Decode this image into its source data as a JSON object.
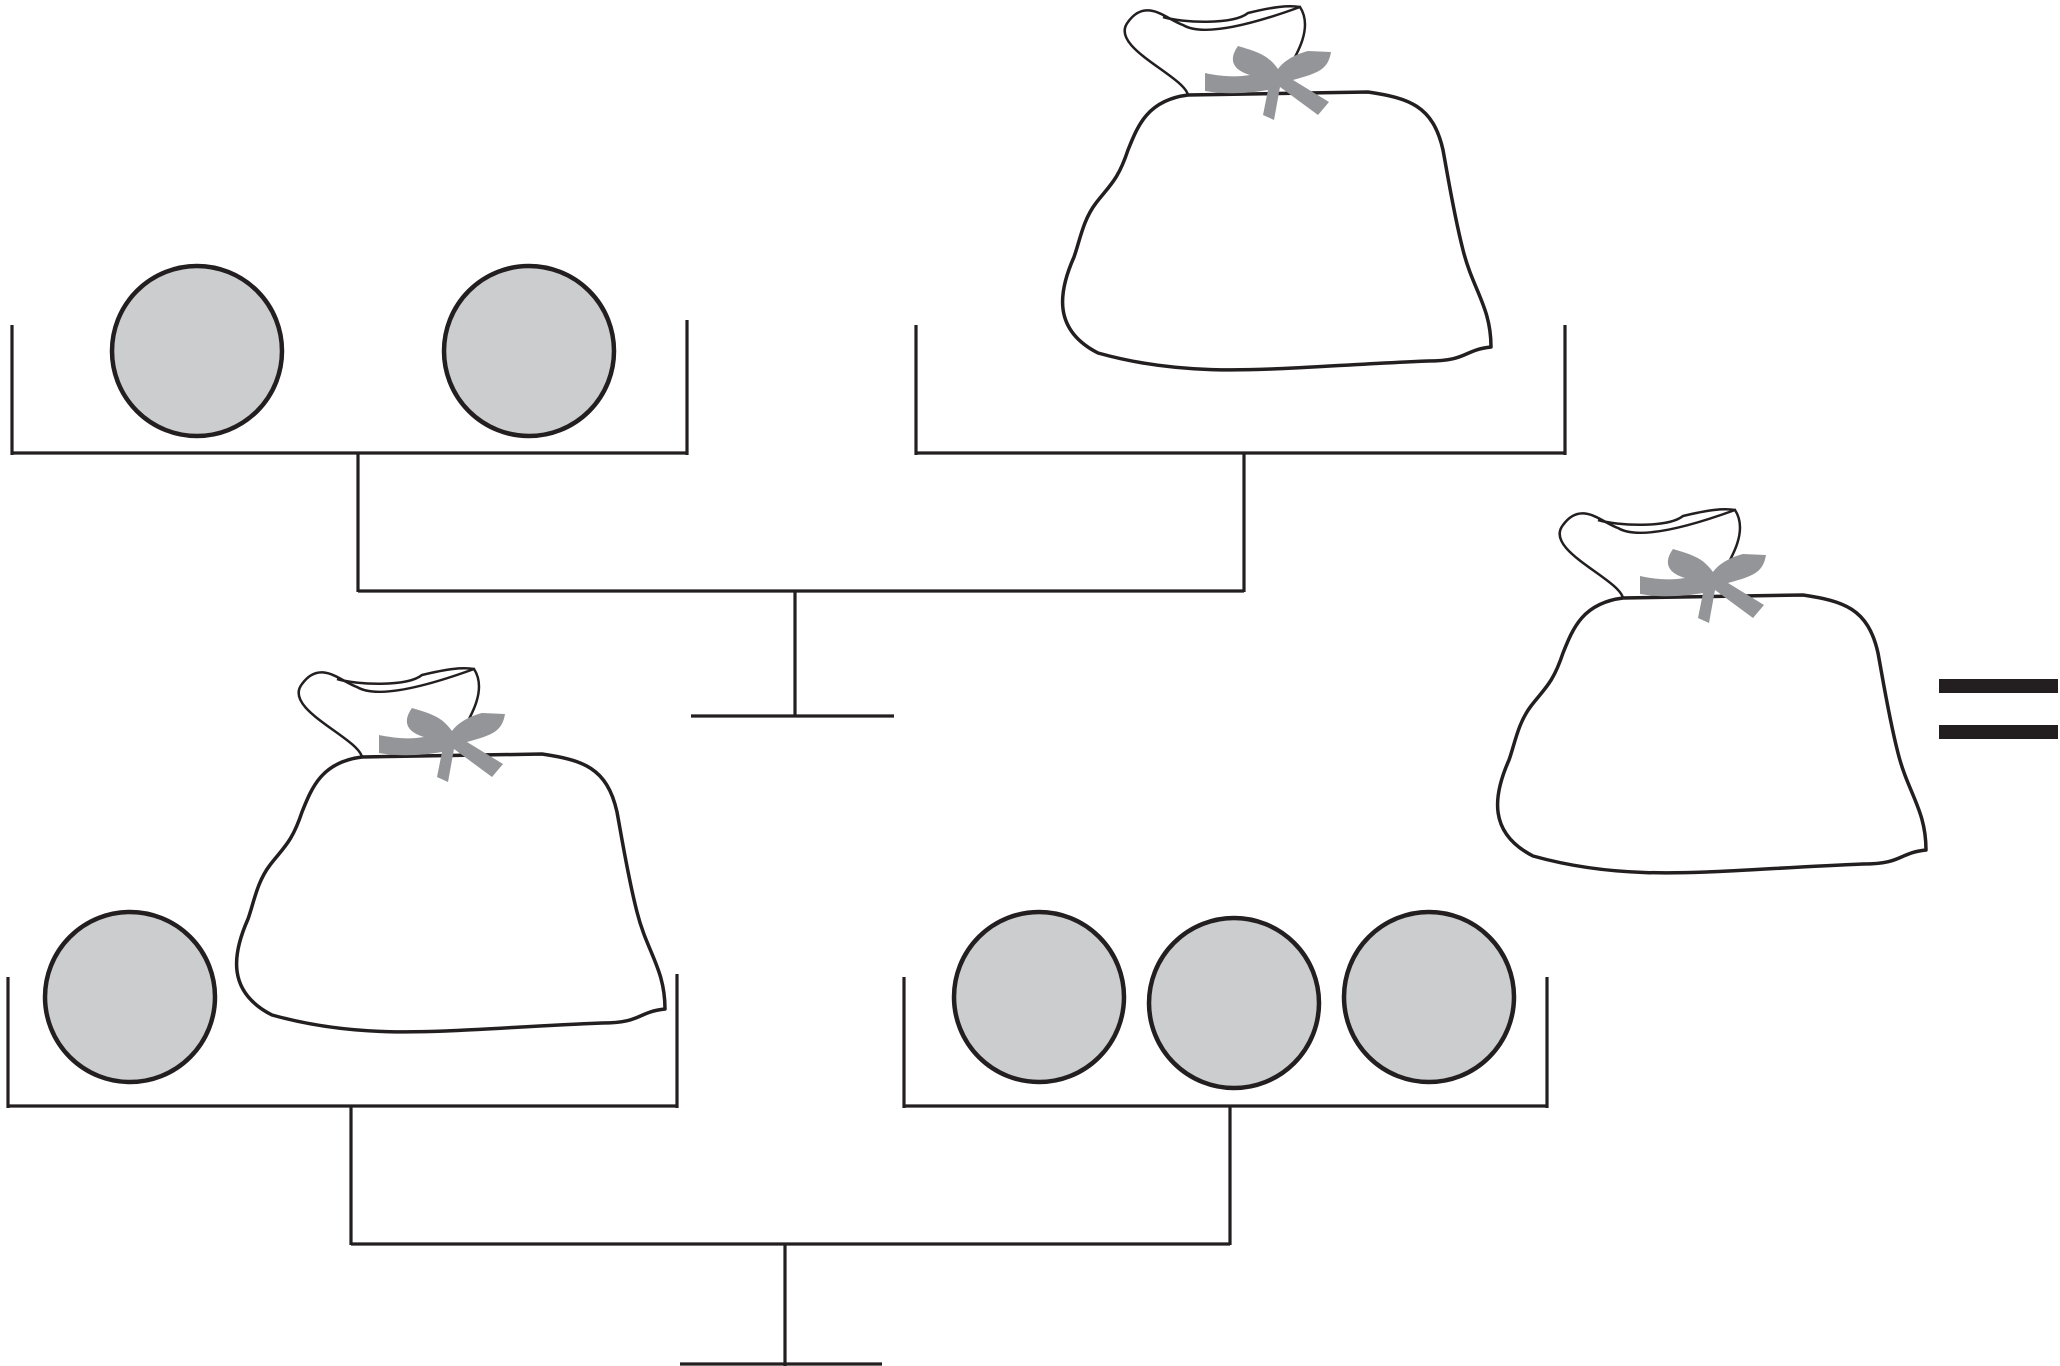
{
  "colors": {
    "line": "#231f20",
    "coin_fill": "#cccdce",
    "ribbon": "#939598",
    "background": "#ffffff"
  },
  "icons": [
    "coin-icon",
    "bag-icon",
    "equals-sign-icon"
  ],
  "scales": [
    {
      "name": "upper-balance",
      "left_pan": {
        "coins": 2,
        "bags": 0
      },
      "right_pan": {
        "coins": 0,
        "bags": 1
      }
    },
    {
      "name": "lower-balance",
      "left_pan": {
        "coins": 1,
        "bags": 1
      },
      "right_pan": {
        "coins": 3,
        "bags": 0
      }
    }
  ],
  "result": {
    "bags": 1,
    "symbol": "="
  }
}
